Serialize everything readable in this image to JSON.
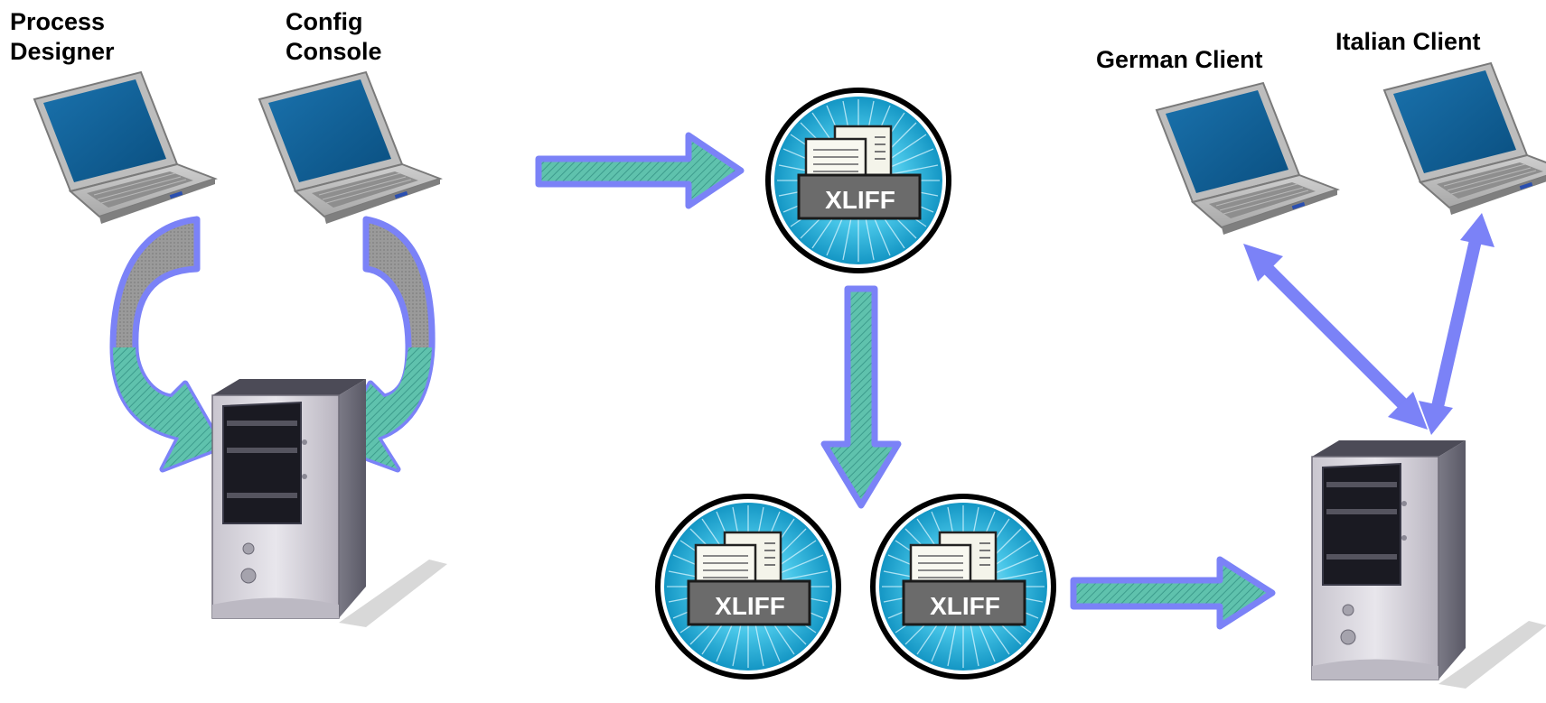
{
  "labels": {
    "process_designer": "Process\nDesigner",
    "config_console": "Config\nConsole",
    "german_client": "German Client",
    "italian_client": "Italian Client"
  },
  "xliff": {
    "top": "XLIFF",
    "bottom_left": "XLIFF",
    "bottom_right": "XLIFF"
  },
  "colors": {
    "arrow_outline": "#7b82f7",
    "arrow_fill": "#55b8a6",
    "laptop_screen": "#0f5f97",
    "doc_ring": "#29b4d9",
    "xliff_box": "#6b6b6b"
  }
}
